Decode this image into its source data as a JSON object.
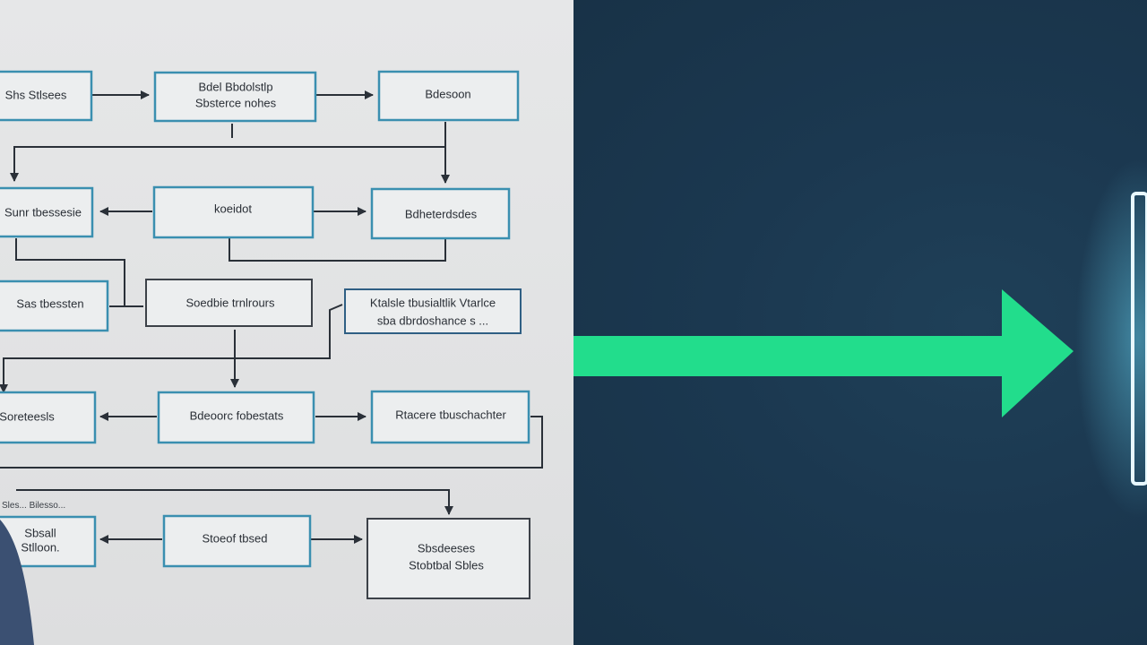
{
  "flowchart": {
    "nodes": {
      "r1a": [
        "Shs Stlsees"
      ],
      "r1b": [
        "Bdel Bbdolstlp",
        "Sbsterce nohes"
      ],
      "r1c": [
        "Bdesoon"
      ],
      "r2a": [
        "Sunr tbessesie"
      ],
      "r2b": [
        "koeidot"
      ],
      "r2c": [
        "Bdheterdsdes"
      ],
      "r3a": [
        "Sas tbessten"
      ],
      "r3b": [
        "Soedbie trnlrours"
      ],
      "r3c": [
        "Ktalsle tbusialtlik Vtarlce",
        "sba dbrdoshance s ..."
      ],
      "r4a": [
        "Soreteesls"
      ],
      "r4b": [
        "Bdeoorc fobestats"
      ],
      "r4c": [
        "Rtacere tbuschachter"
      ],
      "r5a": [
        "Sbsall",
        "Stlloon."
      ],
      "r5b": [
        "Stoeof tbsed"
      ],
      "r5c": [
        "Sbsdeeses",
        "Stobtbal Sbles"
      ]
    },
    "note": "Sles... Bilesso..."
  },
  "colors": {
    "left_bg": "#e3e4e5",
    "right_bg": "#1b3850",
    "node_border": "#3a8fb0",
    "node_border_dark": "#3c4148",
    "connector": "#2a3038",
    "arrow_green": "#22dd8c",
    "bar_glow": "#e8f8ff"
  },
  "icons": {
    "big_arrow": "right-arrow-icon"
  }
}
